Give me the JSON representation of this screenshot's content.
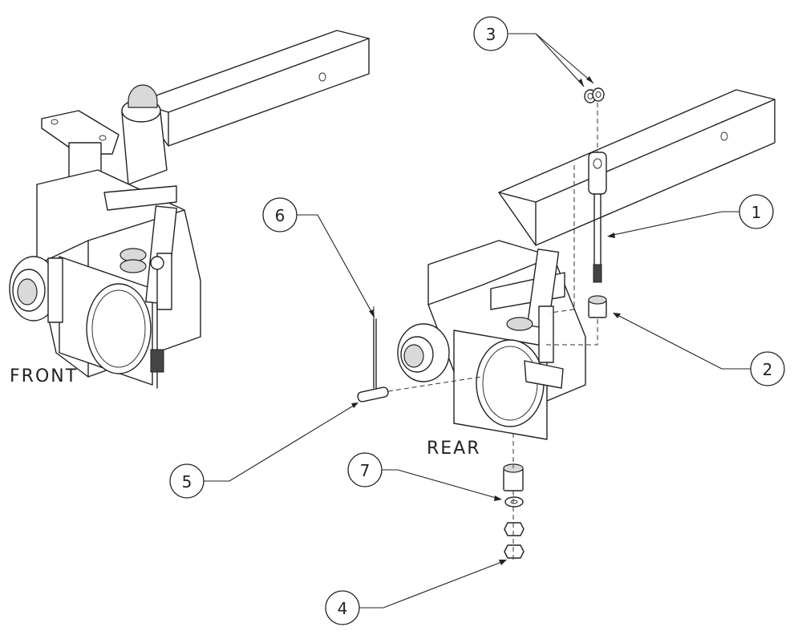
{
  "view_labels": {
    "front": "FRONT",
    "rear": "REAR"
  },
  "callouts": [
    {
      "id": "balloon-1",
      "number": "1"
    },
    {
      "id": "balloon-2",
      "number": "2"
    },
    {
      "id": "balloon-3",
      "number": "3"
    },
    {
      "id": "balloon-4",
      "number": "4"
    },
    {
      "id": "balloon-5",
      "number": "5"
    },
    {
      "id": "balloon-6",
      "number": "6"
    },
    {
      "id": "balloon-7",
      "number": "7"
    }
  ],
  "colors": {
    "line": "#222222",
    "background": "#ffffff"
  }
}
